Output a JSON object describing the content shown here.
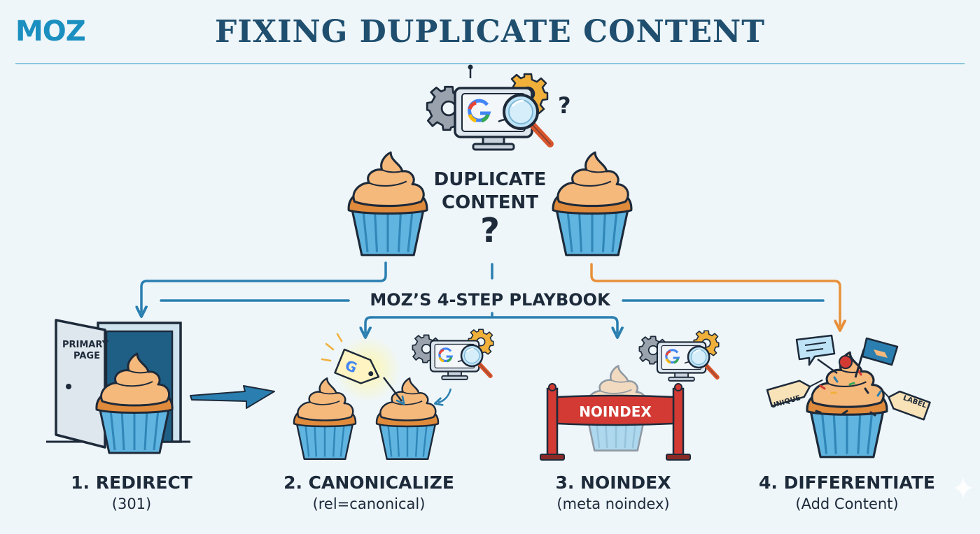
{
  "logo": "MOZ",
  "title": "FIXING DUPLICATE CONTENT",
  "center": {
    "line1": "DUPLICATE",
    "line2": "CONTENT",
    "question": "?"
  },
  "playbook_label": "MOZ’S 4-STEP PLAYBOOK",
  "door_label_1": "PRIMARY",
  "door_label_2": "PAGE",
  "noindex_banner": "NOINDEX",
  "tags": {
    "unique": "UNIQUE",
    "label": "LABEL"
  },
  "steps": [
    {
      "title": "1. REDIRECT",
      "sub": "(301)"
    },
    {
      "title": "2. CANONICALIZE",
      "sub": "(rel=canonical)"
    },
    {
      "title": "3. NOINDEX",
      "sub": "(meta noindex)"
    },
    {
      "title": "4. DIFFERENTIATE",
      "sub": "(Add Content)"
    }
  ],
  "colors": {
    "frosting": "#f6b97c",
    "cake": "#e08a3c",
    "liner": "#5fb4e0",
    "outline": "#1d2a3a",
    "arrow_blue": "#2a7fb0",
    "arrow_orange": "#e8903a",
    "banner_red": "#d23a33"
  },
  "icons": [
    "gear-icon",
    "computer-monitor-icon",
    "google-logo-icon",
    "magnifier-icon",
    "question-icon",
    "cupcake-icon",
    "door-icon",
    "arrow-icon",
    "tag-icon",
    "barrier-icon",
    "flag-icon",
    "speech-bubble-icon"
  ]
}
